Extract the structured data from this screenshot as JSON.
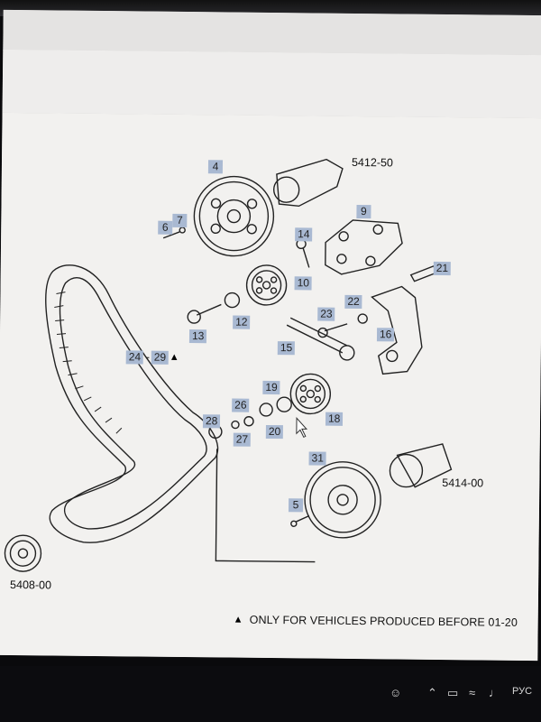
{
  "diagram": {
    "part_labels": {
      "p4": "4",
      "p6": "6",
      "p7": "7",
      "p9": "9",
      "p10": "10",
      "p12": "12",
      "p13": "13",
      "p14": "14",
      "p15": "15",
      "p16": "16",
      "p18": "18",
      "p19": "19",
      "p20": "20",
      "p21": "21",
      "p22": "22",
      "p23": "23",
      "p24": "24",
      "p29": "29",
      "p26": "26",
      "p27": "27",
      "p28": "28",
      "p31": "31",
      "p5": "5"
    },
    "range_dash": "-",
    "ref_labels": {
      "r1": "5412-50",
      "r2": "5414-00",
      "r3": "5408-00"
    },
    "footnote": "ONLY FOR VEHICLES PRODUCED BEFORE 01-20",
    "triangle_glyph": "▲"
  },
  "taskbar": {
    "language": "РУС",
    "icons": [
      "people-icon",
      "chevron-up-icon",
      "battery-icon",
      "wifi-icon",
      "volume-icon"
    ]
  }
}
